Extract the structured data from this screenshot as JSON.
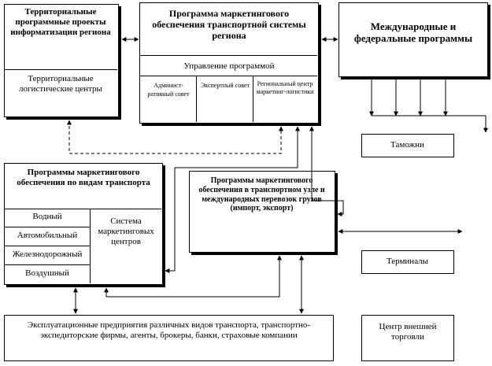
{
  "territorial": {
    "title": "Территориальные программные проекты информатизации региона",
    "sub": "Территориальные логистические центры"
  },
  "main": {
    "title": "Программа маркетингового обеспечения транспортной системы региона",
    "management": "Управление программой",
    "col1": "Админист-ративный совет",
    "col2": "Экспертный совет",
    "col3": "Региональный центр маркетинг-логистики"
  },
  "international": {
    "title": "Международные и федеральные программы"
  },
  "customs": {
    "label": "Таможни"
  },
  "transport_programs": {
    "title": "Программы маркетингового обеспечения по видам транспорта",
    "modes": [
      "Водный",
      "Автомобильный",
      "Железнодорожный",
      "Воздушный"
    ],
    "system": "Система маркетинговых центров"
  },
  "node_programs": {
    "title": "Программы маркетингового обеспечения в транспортном узле и международных перевозок грузов (импорт, экспорт)"
  },
  "terminals": {
    "label": "Терминалы"
  },
  "enterprises": {
    "label": "Эксплуатационные предприятия различных видов транспорта, транспортно-экспедиторские фирмы, агенты, брокеры, банки, страховые компании"
  },
  "trade_center": {
    "label": "Центр внешней торговли"
  }
}
